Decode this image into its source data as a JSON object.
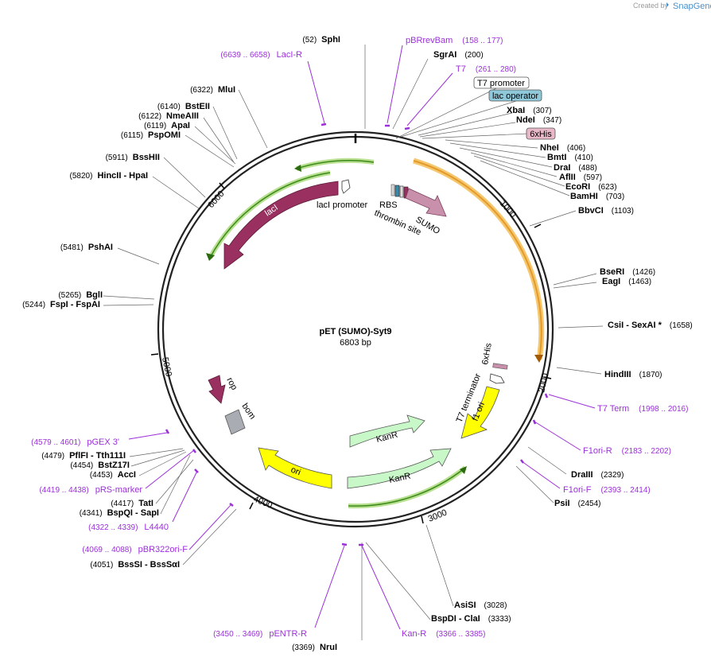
{
  "branding": {
    "created_by": "Created by",
    "app": "SnapGene"
  },
  "plasmid": {
    "name": "pET (SUMO)-Syt9",
    "size": "6803 bp"
  },
  "ticks": [
    "1000",
    "2000",
    "3000",
    "4000",
    "5000",
    "6000"
  ],
  "sites": [
    {
      "name": "SphI",
      "pos": "(52)"
    },
    {
      "name": "SgrAI",
      "pos": "(200)"
    },
    {
      "name": "XbaI",
      "pos": "(307)"
    },
    {
      "name": "NdeI",
      "pos": "(347)"
    },
    {
      "name": "NheI",
      "pos": "(406)"
    },
    {
      "name": "BmtI",
      "pos": "(410)"
    },
    {
      "name": "DraI",
      "pos": "(488)"
    },
    {
      "name": "AflII",
      "pos": "(597)"
    },
    {
      "name": "EcoRI",
      "pos": "(623)"
    },
    {
      "name": "BamHI",
      "pos": "(703)"
    },
    {
      "name": "BbvCI",
      "pos": "(1103)"
    },
    {
      "name": "BseRI",
      "pos": "(1426)"
    },
    {
      "name": "EagI",
      "pos": "(1463)"
    },
    {
      "name": "CsiI   -  SexAI *",
      "pos": "(1658)"
    },
    {
      "name": "HindIII",
      "pos": "(1870)"
    },
    {
      "name": "DraIII",
      "pos": "(2329)"
    },
    {
      "name": "PsiI",
      "pos": "(2454)"
    },
    {
      "name": "AsiSI",
      "pos": "(3028)"
    },
    {
      "name": "BspDI  -  ClaI",
      "pos": "(3333)"
    },
    {
      "name": "NruI",
      "pos": "(3369)"
    },
    {
      "name": "BssSI  -  BssSαI",
      "pos": "(4051)"
    },
    {
      "name": "TatI",
      "pos": "(4417)"
    },
    {
      "name": "BspQI  -  SapI",
      "pos": "(4341)"
    },
    {
      "name": "AccI",
      "pos": "(4453)"
    },
    {
      "name": "BstZ17I",
      "pos": "(4454)"
    },
    {
      "name": "PflFI  -  Tth111I",
      "pos": "(4479)"
    },
    {
      "name": "FspI  -  FspAI",
      "pos": "(5244)"
    },
    {
      "name": "BglI",
      "pos": "(5265)"
    },
    {
      "name": "PshAI",
      "pos": "(5481)"
    },
    {
      "name": "HincII  -  HpaI",
      "pos": "(5820)"
    },
    {
      "name": "BssHII",
      "pos": "(5911)"
    },
    {
      "name": "PspOMI",
      "pos": "(6115)"
    },
    {
      "name": "ApaI",
      "pos": "(6119)"
    },
    {
      "name": "NmeAIII",
      "pos": "(6122)"
    },
    {
      "name": "BstEII",
      "pos": "(6140)"
    },
    {
      "name": "MluI",
      "pos": "(6322)"
    }
  ],
  "primers": [
    {
      "name": "pBRrevBam",
      "pos": "(158 .. 177)"
    },
    {
      "name": "T7",
      "pos": "(261 .. 280)"
    },
    {
      "name": "LacI-R",
      "pos": "(6639 .. 6658)"
    },
    {
      "name": "T7 Term",
      "pos": "(1998 .. 2016)"
    },
    {
      "name": "F1ori-R",
      "pos": "(2183 .. 2202)"
    },
    {
      "name": "F1ori-F",
      "pos": "(2393 .. 2414)"
    },
    {
      "name": "Kan-R",
      "pos": "(3366 .. 3385)"
    },
    {
      "name": "pENTR-R",
      "pos": "(3450 .. 3469)"
    },
    {
      "name": "pBR322ori-F",
      "pos": "(4069 .. 4088)"
    },
    {
      "name": "L4440",
      "pos": "(4322 .. 4339)"
    },
    {
      "name": "pRS-marker",
      "pos": "(4419 .. 4438)"
    },
    {
      "name": "pGEX 3'",
      "pos": "(4579 .. 4601)"
    }
  ],
  "boxed": [
    {
      "name": "T7 promoter"
    },
    {
      "name": "lac operator"
    },
    {
      "name": "6xHis"
    }
  ],
  "features": {
    "laci": "lacI",
    "laci_promoter": "lacI promoter",
    "rbs": "RBS",
    "thrombin": "thrombin site",
    "sumo": "SUMO",
    "his": "6xHis",
    "t7term": "T7 terminator",
    "f1ori": "f1 ori",
    "kanr1": "KanR",
    "kanr2": "KanR",
    "ori": "ori",
    "rop": "rop",
    "bom": "bom"
  },
  "colors": {
    "laci": "#9a3060",
    "sumo": "#c890aa",
    "ori": "#ffff00",
    "kanr": "#c8f8c8",
    "orf_orange": "#f5a623",
    "orf_green": "#5aa02c",
    "primer": "#9b30d9"
  }
}
